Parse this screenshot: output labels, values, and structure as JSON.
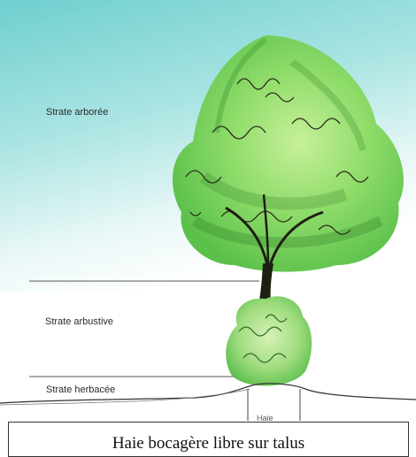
{
  "strata": {
    "arboree": "Strate arborée",
    "arbustive": "Strate arbustive",
    "herbacee": "Strate herbacée"
  },
  "hedge_label": "Haie",
  "caption": "Haie bocagère libre sur talus",
  "colors": {
    "sky_top": "#7fd4d2",
    "sky_bottom": "#ffffff",
    "foliage_light": "#9fe07a",
    "foliage_mid": "#5cc243",
    "foliage_dark": "#2f8a2a",
    "trunk": "#1e1e12",
    "line": "#555555"
  },
  "icons": [
    "tree-illustration",
    "shrub-illustration",
    "bank-mound"
  ]
}
